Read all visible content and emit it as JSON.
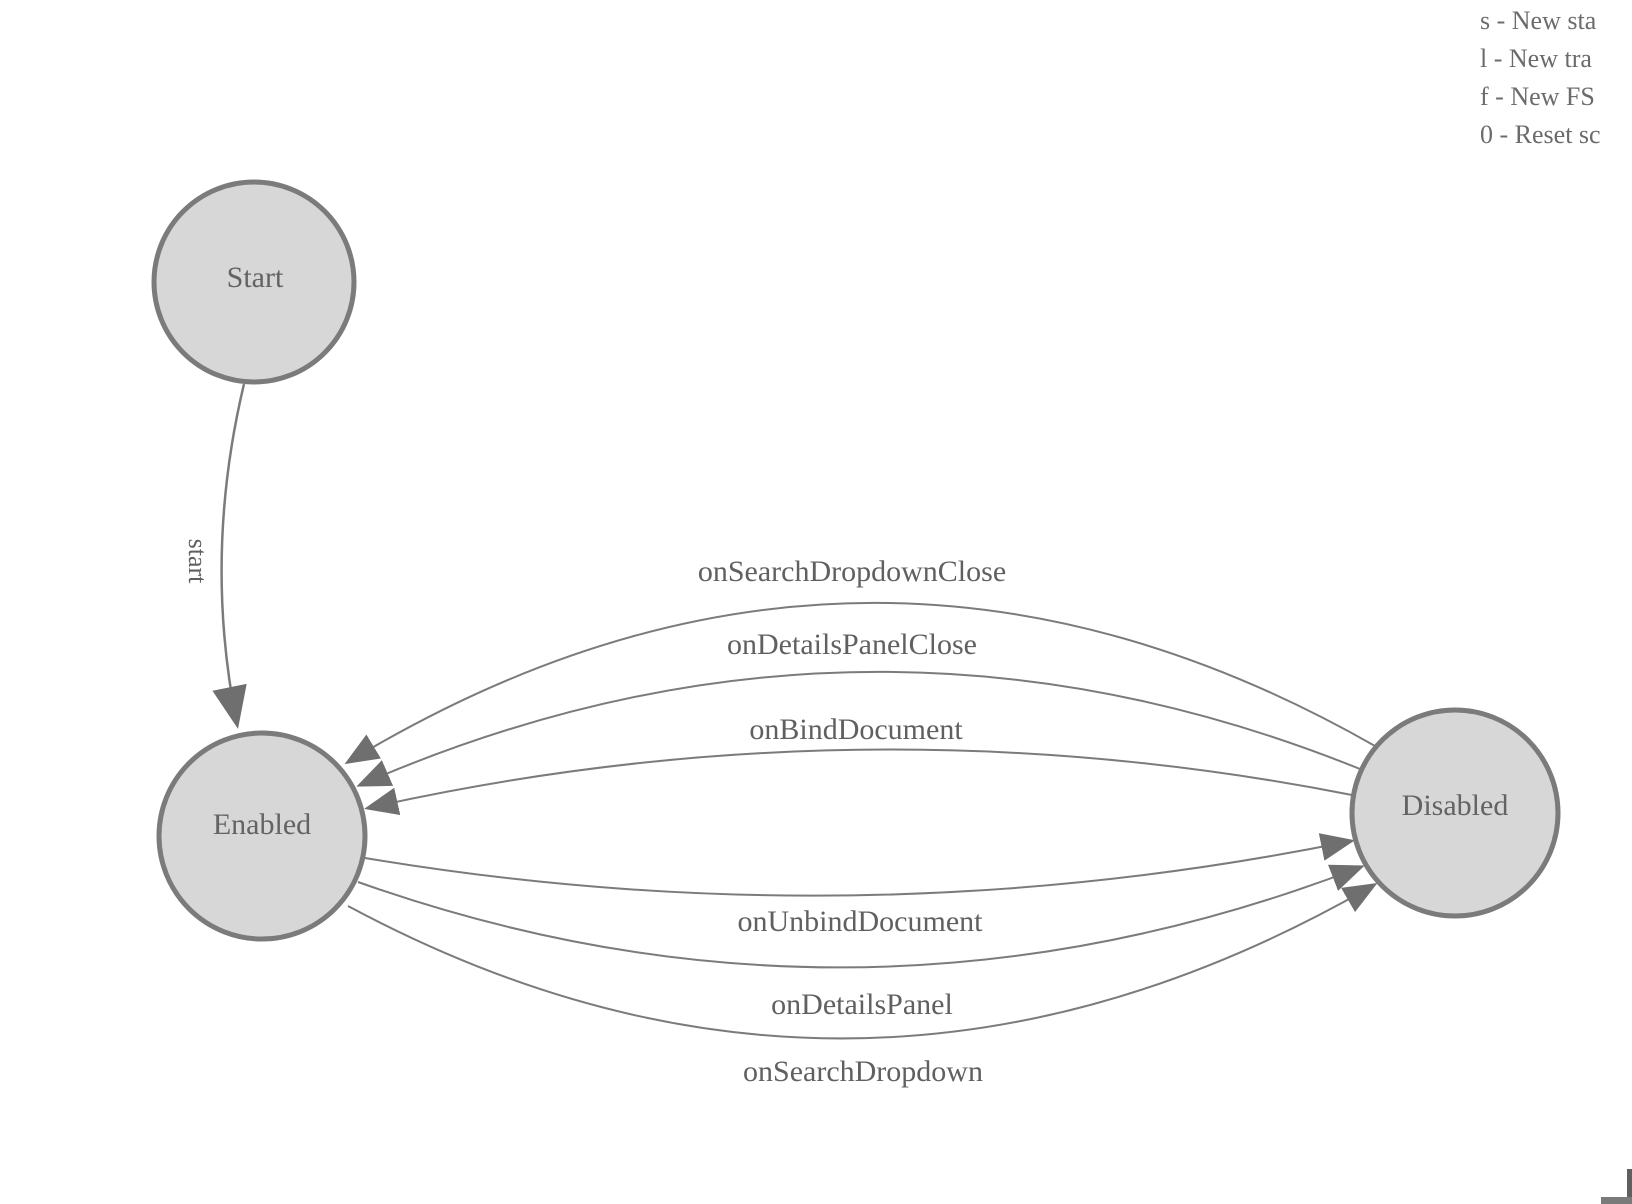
{
  "diagram": {
    "states": [
      {
        "name": "Start"
      },
      {
        "name": "Enabled"
      },
      {
        "name": "Disabled"
      }
    ],
    "transitions": [
      {
        "label": "start",
        "from": "Start",
        "to": "Enabled"
      },
      {
        "label": "onSearchDropdownClose",
        "from": "Disabled",
        "to": "Enabled"
      },
      {
        "label": "onDetailsPanelClose",
        "from": "Disabled",
        "to": "Enabled"
      },
      {
        "label": "onBindDocument",
        "from": "Disabled",
        "to": "Enabled"
      },
      {
        "label": "onUnbindDocument",
        "from": "Enabled",
        "to": "Disabled"
      },
      {
        "label": "onDetailsPanel",
        "from": "Enabled",
        "to": "Disabled"
      },
      {
        "label": "onSearchDropdown",
        "from": "Enabled",
        "to": "Disabled"
      }
    ],
    "colors": {
      "node_fill": "#d7d7d7",
      "node_stroke": "#7b7b7b",
      "edge_stroke": "#7b7b7b",
      "arrowhead_fill": "#6f6f6f",
      "label_text": "#606060",
      "legend_text": "#6b6b6b",
      "background": "#ffffff"
    }
  },
  "legend": {
    "lines": [
      "s - New sta",
      "l - New tra",
      "f - New FS",
      "0 - Reset sc"
    ]
  }
}
